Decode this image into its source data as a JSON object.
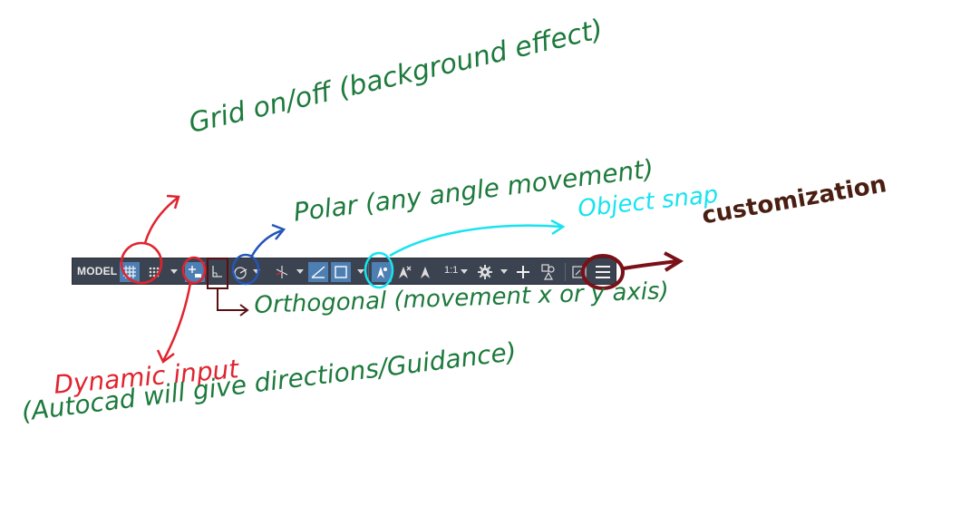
{
  "status_bar": {
    "model_label": "MODEL",
    "scale_label": "1:1",
    "buttons": [
      {
        "name": "grid",
        "icon": "grid-icon",
        "active": true
      },
      {
        "name": "snap",
        "icon": "snap-dots-icon",
        "active": false
      },
      {
        "name": "dynamic-input",
        "icon": "dynamic-input-icon",
        "active": true
      },
      {
        "name": "ortho",
        "icon": "ortho-icon",
        "active": false
      },
      {
        "name": "polar",
        "icon": "polar-icon",
        "active": false
      },
      {
        "name": "isodraft",
        "icon": "isodraft-icon",
        "active": false
      },
      {
        "name": "object-snap-tracking",
        "icon": "object-snap-tracking-icon",
        "active": true
      },
      {
        "name": "object-snap",
        "icon": "object-snap-icon",
        "active": true
      },
      {
        "name": "annotation-visibility",
        "icon": "annotation-visibility-icon",
        "active": true
      },
      {
        "name": "auto-scale",
        "icon": "auto-scale-icon",
        "active": false
      },
      {
        "name": "annotation-scale",
        "icon": "annotation-scale-icon",
        "active": false
      },
      {
        "name": "workspace",
        "icon": "gear-icon",
        "active": false
      },
      {
        "name": "annotation-monitor",
        "icon": "plus-icon",
        "active": false
      },
      {
        "name": "units",
        "icon": "units-icon",
        "active": false
      },
      {
        "name": "clean-screen",
        "icon": "clean-screen-icon",
        "active": false
      },
      {
        "name": "customization",
        "icon": "hamburger-menu-icon",
        "active": false
      }
    ]
  },
  "annotations": {
    "grid": "Grid on/off (background effect)",
    "polar": "Polar (any angle movement)",
    "object_snap": "Object snap",
    "customization": "customization",
    "orthogonal": "Orthogonal (movement x or y axis)",
    "dynamic_input_title": "Dynamic input",
    "dynamic_input_desc": "(Autocad will give directions/Guidance)"
  },
  "colors": {
    "status_bar_bg": "#3c4350",
    "active_button": "#4d7fb3",
    "red_ink": "#e0242f",
    "green_ink": "#1d7a3c",
    "blue_ink": "#2456b8",
    "cyan_ink": "#19e3f0",
    "maroon_ink": "#7a1018",
    "brown_ink": "#4a1f12"
  }
}
